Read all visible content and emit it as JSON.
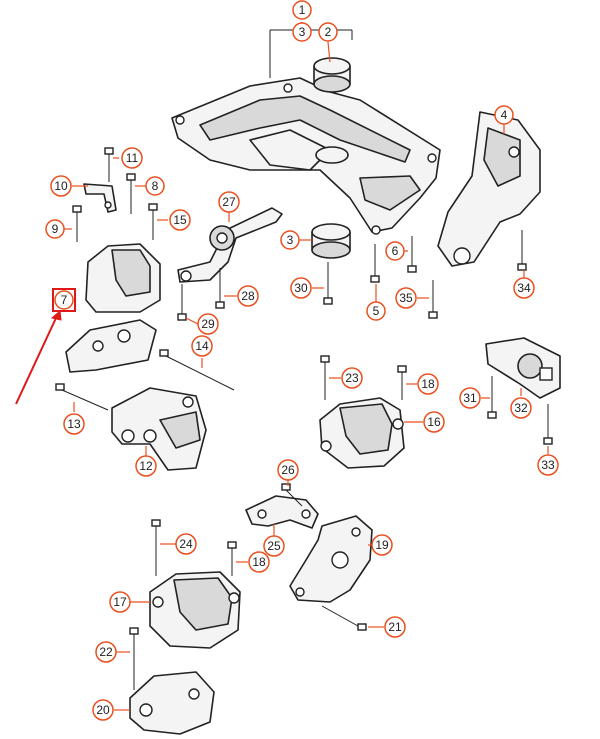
{
  "diagram": {
    "highlight_color": "#e01818",
    "callout_color": "#e8501f",
    "line_color": "#222222",
    "callouts": [
      {
        "id": "c1",
        "label": "1"
      },
      {
        "id": "c2",
        "label": "2"
      },
      {
        "id": "c3a",
        "label": "3"
      },
      {
        "id": "c3b",
        "label": "3"
      },
      {
        "id": "c4",
        "label": "4"
      },
      {
        "id": "c5",
        "label": "5"
      },
      {
        "id": "c6",
        "label": "6"
      },
      {
        "id": "c7",
        "label": "7"
      },
      {
        "id": "c8",
        "label": "8"
      },
      {
        "id": "c9",
        "label": "9"
      },
      {
        "id": "c10",
        "label": "10"
      },
      {
        "id": "c11",
        "label": "11"
      },
      {
        "id": "c12",
        "label": "12"
      },
      {
        "id": "c13",
        "label": "13"
      },
      {
        "id": "c14",
        "label": "14"
      },
      {
        "id": "c15",
        "label": "15"
      },
      {
        "id": "c16",
        "label": "16"
      },
      {
        "id": "c17",
        "label": "17"
      },
      {
        "id": "c18a",
        "label": "18"
      },
      {
        "id": "c18b",
        "label": "18"
      },
      {
        "id": "c19",
        "label": "19"
      },
      {
        "id": "c20",
        "label": "20"
      },
      {
        "id": "c21",
        "label": "21"
      },
      {
        "id": "c22",
        "label": "22"
      },
      {
        "id": "c23",
        "label": "23"
      },
      {
        "id": "c24",
        "label": "24"
      },
      {
        "id": "c25",
        "label": "25"
      },
      {
        "id": "c26",
        "label": "26"
      },
      {
        "id": "c27",
        "label": "27"
      },
      {
        "id": "c28",
        "label": "28"
      },
      {
        "id": "c29",
        "label": "29"
      },
      {
        "id": "c30",
        "label": "30"
      },
      {
        "id": "c31",
        "label": "31"
      },
      {
        "id": "c32",
        "label": "32"
      },
      {
        "id": "c33",
        "label": "33"
      },
      {
        "id": "c34",
        "label": "34"
      },
      {
        "id": "c35",
        "label": "35"
      }
    ]
  }
}
